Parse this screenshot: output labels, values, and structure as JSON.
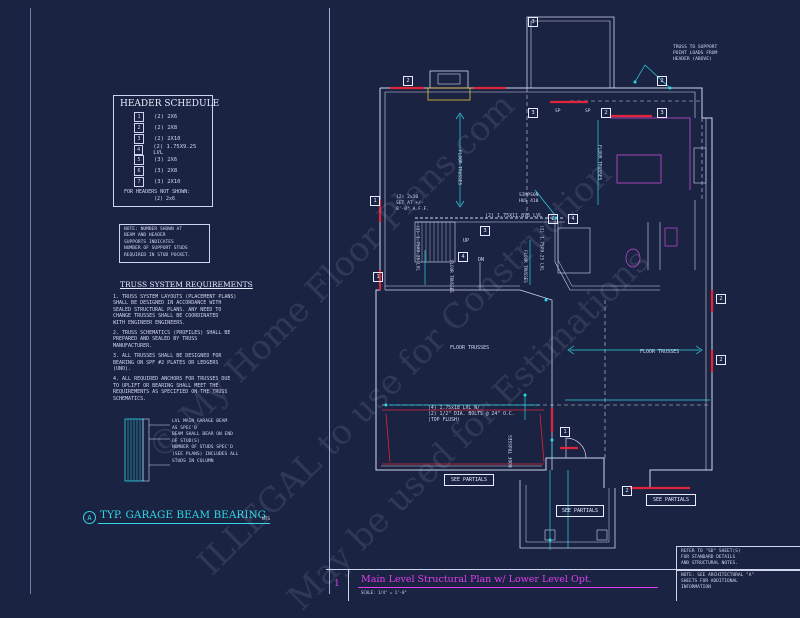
{
  "header_schedule": {
    "title": "HEADER SCHEDULE",
    "rows": [
      {
        "num": "1",
        "spec": "(2) 2X6"
      },
      {
        "num": "2",
        "spec": "(2) 2X8"
      },
      {
        "num": "3",
        "spec": "(2) 2X10"
      },
      {
        "num": "4",
        "spec": "(2) 1.75X9.25 LVL"
      },
      {
        "num": "5",
        "spec": "(3) 2X6"
      },
      {
        "num": "6",
        "spec": "(3) 2X8"
      },
      {
        "num": "7",
        "spec": "(3) 2X10"
      }
    ],
    "footer_1": "FOR HEADERS NOT SHOWN:",
    "footer_2": "(2) 2x6"
  },
  "note_box": [
    "NOTE: NUMBER SHOWN AT",
    "BEAM AND HEADER",
    "SUPPORTS INDICATES",
    "NUMBER OF SUPPORT STUDS",
    "REQUIRED IN STUD POCKET."
  ],
  "truss_requirements": {
    "title": "TRUSS SYSTEM REQUIREMENTS",
    "items": [
      [
        "1. TRUSS SYSTEM LAYOUTS (PLACEMENT PLANS)",
        "SHALL BE DESIGNED IN ACCORDANCE WITH",
        "SEALED STRUCTURAL PLANS. ANY NEED TO",
        "CHANGE TRUSSES SHALL BE COORDINATED",
        "WITH ENGINEER ENGINEERS."
      ],
      [
        "2. TRUSS SCHEMATICS (PROFILES) SHALL BE",
        "PREPARED AND SEALED BY TRUSS",
        "MANUFACTURER."
      ],
      [
        "3. ALL TRUSSES SHALL BE DESIGNED FOR",
        "BEARING ON SPF #2 PLATES OR LEDGERS",
        "(UNO)."
      ],
      [
        "4. ALL REQUIRED ANCHORS FOR TRUSSES DUE",
        "TO UPLIFT OR BEARING SHALL MEET THE",
        "REQUIREMENTS AS SPECIFIED ON THE TRUSS",
        "SCHEMATICS."
      ]
    ]
  },
  "beam_detail": {
    "notes": [
      "LVL MAIN GARAGE BEAM",
      "AS SPEC'D",
      "BEAM SHALL BEAR ON END",
      "OF STUD(S)",
      "NUMBER OF STUDS SPEC'D",
      "(SEE PLANS) INCLUDES ALL",
      "STUDS IN COLUMN"
    ],
    "callout": "A",
    "title": "TYP. GARAGE BEAM BEARING",
    "scale": "NTS"
  },
  "plan_labels": {
    "truss_note": [
      "TRUSS TO SUPPORT",
      "POINT LOADS FROM",
      "HEADER (ABOVE)"
    ],
    "floor_trusses": "FLOOR TRUSSES",
    "simpson": [
      "SIMPSON",
      "HUS 410"
    ],
    "header_2x10": [
      "(2) 2x10",
      "SET AT +/-",
      "8'-0\" A.F.F."
    ],
    "lvl_beam": "(2) 1.75X11.875 LVL",
    "lvl_vertical": "(2) 1.75X9.25 LVL",
    "right_vertical": "(2) 1.75X9.25 LVL",
    "lvl_garage": [
      "(4) 1.75x18 LVL W/",
      "(2) 1/2\" DIA. BOLTS @ 24\" O.C.",
      "(TOP FLUSH)"
    ],
    "roof_trusses": "ROOF TRUSSES",
    "up": "UP",
    "dn": "DN",
    "see_partials_1": "SEE PARTIALS",
    "see_partials_2": "SEE PARTIALS",
    "see_partials_3": "SEE PARTIALS",
    "sp": "SP",
    "tag_labels": [
      "2",
      "3",
      "2",
      "3",
      "2",
      "1",
      "2",
      "1",
      "4",
      "3",
      "3",
      "4",
      "2",
      "2",
      "2",
      "1"
    ]
  },
  "title_block": {
    "number": "1",
    "title": "Main Level Structural Plan w/ Lower Level Opt.",
    "scale": "SCALE: 1/4\" = 1'-0\"",
    "note_1": [
      "REFER TO \"SD\" SHEET(S)",
      "FOR STANDARD DETAILS",
      "AND STRUCTURAL NOTES."
    ],
    "note_2": [
      "NOTE: SEE ARCHITECTURAL \"A\"",
      "SHEETS FOR ADDITIONAL",
      "INFORMATION"
    ]
  },
  "watermark": {
    "line1": "© My Home Floor Plans.com",
    "line2": "ILLEGAL to use for Construction",
    "line3": "May be used for Estimations"
  },
  "colors": {
    "line": "#cfd7ef",
    "cyan": "#2fd6e6",
    "magenta": "#e23df0",
    "red": "#e0263a",
    "bg": "#1a2341"
  }
}
